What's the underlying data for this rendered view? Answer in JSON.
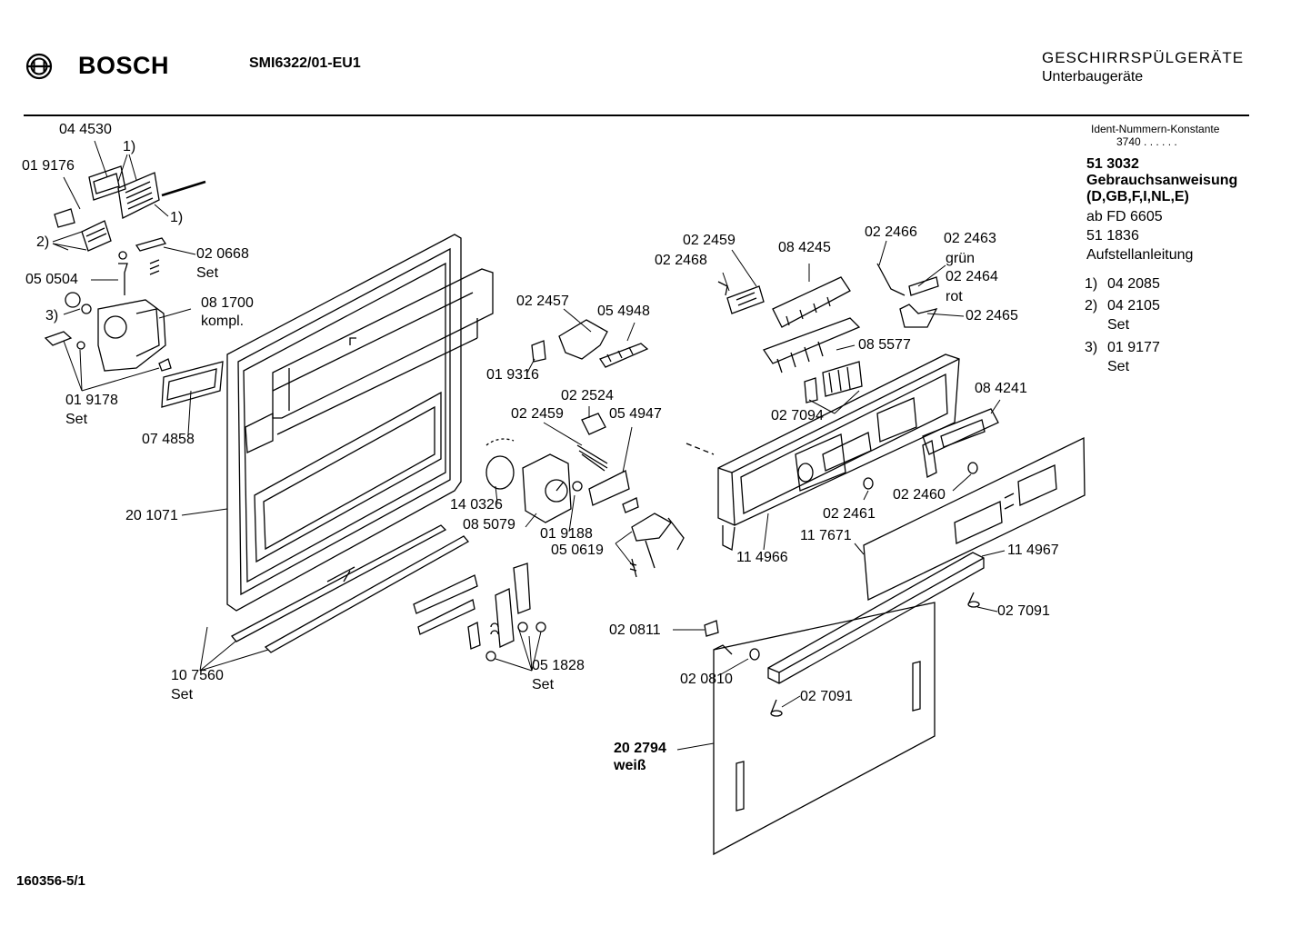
{
  "header": {
    "brand": "BOSCH",
    "model": "SMI6322/01-EU1",
    "category": "GESCHIRRSPÜLGERÄTE",
    "subcategory": "Unterbaugeräte"
  },
  "sidebar": {
    "ident_label": "Ident-Nummern-Konstante",
    "ident_value": "3740  . .   . . . .",
    "manual_number": "51 3032",
    "manual_title": "Gebrauchsanweisung",
    "manual_langs": "(D,GB,F,I,NL,E)",
    "manual_from": "ab FD 6605",
    "setup_number": "51 1836",
    "setup_title": "Aufstellanleitung",
    "notes": [
      {
        "marker": "1)",
        "number": "04 2085",
        "extra": ""
      },
      {
        "marker": "2)",
        "number": "04 2105",
        "extra": "Set"
      },
      {
        "marker": "3)",
        "number": "01 9177",
        "extra": "Set"
      }
    ]
  },
  "labels": {
    "l044530": "04 4530",
    "l019176": "01 9176",
    "n1a": "1)",
    "n1b": "1)",
    "n2": "2)",
    "l020668": "02 0668",
    "set_a": "Set",
    "l050504": "05 0504",
    "n3": "3)",
    "l081700": "08 1700",
    "kompl": "kompl.",
    "l019178": "01 9178",
    "set_b": "Set",
    "l074858": "07 4858",
    "l201071": "20 1071",
    "l107560": "10 7560",
    "set_c": "Set",
    "l022457": "02 2457",
    "l054948": "05 4948",
    "l019316": "01 9316",
    "l022524": "02 2524",
    "l022459b": "02 2459",
    "l054947": "05 4947",
    "l140326": "14 0326",
    "l085079": "08 5079",
    "l019188": "01 9188",
    "l050619": "05 0619",
    "l051828": "05 1828",
    "set_d": "Set",
    "l022459a": "02 2459",
    "l022468": "02 2468",
    "l084245": "08 4245",
    "l022466": "02 2466",
    "l022463": "02 2463",
    "gruen": "grün",
    "l022464": "02 2464",
    "rot": "rot",
    "l022465": "02 2465",
    "l085577": "08 5577",
    "l027094": "02 7094",
    "l084241": "08 4241",
    "l022461": "02 2461",
    "l022460": "02 2460",
    "l117671": "11 7671",
    "l114966": "11 4966",
    "l114967": "11 4967",
    "l027091a": "02 7091",
    "l020811": "02 0811",
    "l020810": "02 0810",
    "l027091b": "02 7091",
    "l202794": "20 2794",
    "weiss": "weiß"
  },
  "footer": {
    "code": "160356-5/1"
  }
}
